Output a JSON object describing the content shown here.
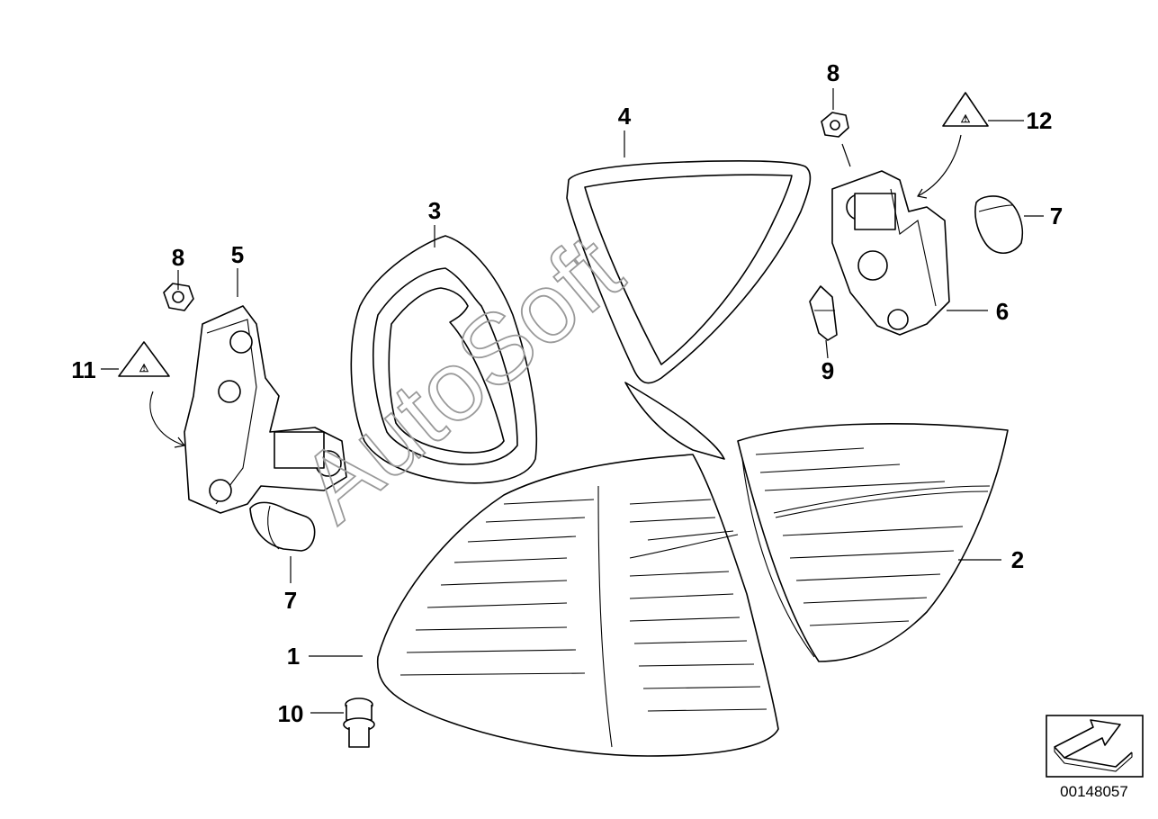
{
  "diagram": {
    "watermark": "AutoSoft",
    "document_number": "00148057",
    "callouts": {
      "c1": "1",
      "c2": "2",
      "c3": "3",
      "c4": "4",
      "c5": "5",
      "c6": "6",
      "c7_left": "7",
      "c7_right": "7",
      "c8_left": "8",
      "c8_right": "8",
      "c9": "9",
      "c10": "10",
      "c11": "11",
      "c12": "12"
    },
    "icons": {
      "warning_symbol": "bulb-triangle-warning-icon",
      "orientation": "vehicle-direction-arrow-icon"
    }
  }
}
